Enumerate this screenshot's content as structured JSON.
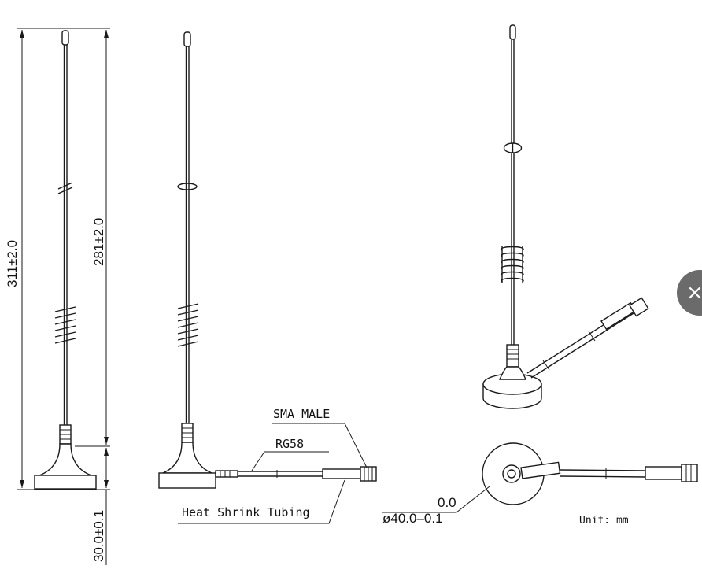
{
  "labels": {
    "sma_male": "SMA MALE",
    "rg58": "RG58",
    "heat_shrink": "Heat Shrink Tubing",
    "unit": "Unit: mm"
  },
  "dimensions": {
    "total_height": "311±2.0",
    "whip_height": "281±2.0",
    "base_height": "30.0±0.1",
    "diameter_tol_upper": "0.0",
    "diameter": "ø40.0–0.1"
  },
  "overlay": {
    "close_icon": "close-icon",
    "close_glyph": "×"
  },
  "colors": {
    "line": "#1a1a1a",
    "overlay_button": "#6b6b6b"
  }
}
